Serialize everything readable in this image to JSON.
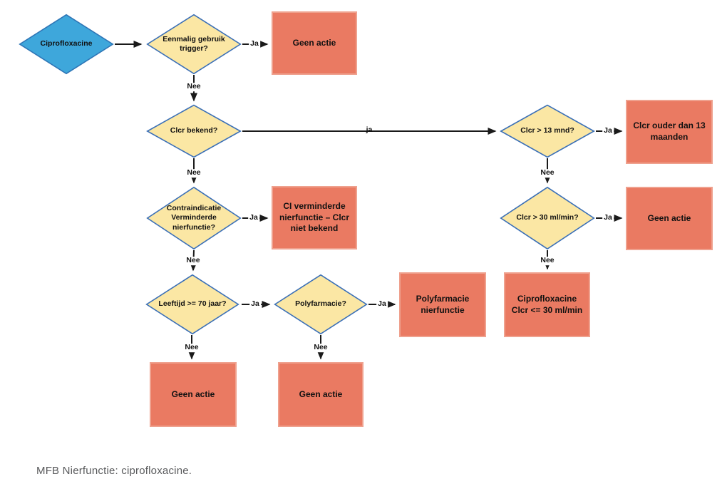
{
  "caption": "MFB Nierfunctie: ciprofloxacine.",
  "colors": {
    "start-fill": "#3EA7DB",
    "start-border": "#2E75B6",
    "decision-fill": "#FBE7A4",
    "decision-border": "#3A6FB7",
    "action-fill": "#EA7A62",
    "action-border": "#EFA18E",
    "line": "#1A1A1A",
    "caption": "#58595B"
  },
  "labels": {
    "yes": "Ja",
    "yes_mid": "ja",
    "no": "Nee"
  },
  "nodes": {
    "start": "Ciprofloxacine",
    "q_single_use": "Eenmalig gebruik trigger?",
    "q_clcr_known": "Clcr bekend?",
    "q_contraindication": "Contraindicatie Verminderde nierfunctie?",
    "q_age_70": "Leeftijd >= 70 jaar?",
    "q_polypharmacy": "Polyfarmacie?",
    "q_clcr_recent": "Clcr > 13 mnd?",
    "q_clcr_30": "Clcr > 30 ml/min?",
    "a_no_action_1": "Geen actie",
    "a_ci_reduced": "CI verminderde nierfunctie – Clcr niet bekend",
    "a_clcr_old": "Clcr ouder dan 13 maanden",
    "a_no_action_2": "Geen actie",
    "a_polypharmacy": "Polyfarmacie nierfunctie",
    "a_cipro_clcr_30": "Ciprofloxacine Clcr <= 30 ml/min",
    "a_no_action_3": "Geen actie",
    "a_no_action_4": "Geen actie"
  }
}
